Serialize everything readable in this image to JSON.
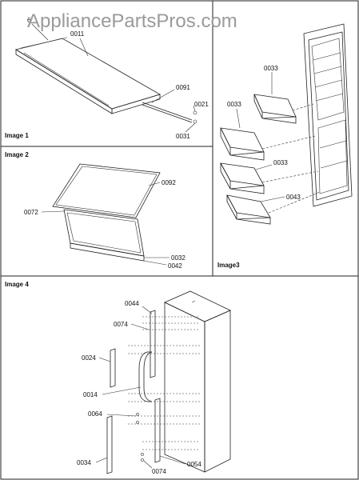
{
  "watermark": "AppliancePartsPros.com",
  "panels": {
    "image1": {
      "caption": "Image 1",
      "callouts": {
        "c_0006": "6",
        "c_0011": "0011",
        "c_0091": "0091",
        "c_0021": "0021",
        "c_0031": "0031"
      }
    },
    "image2": {
      "caption": "Image 2",
      "callouts": {
        "c_0092": "0092",
        "c_0072": "0072",
        "c_0032": "0032",
        "c_0042": "0042"
      }
    },
    "image3": {
      "caption": "Image3",
      "callouts": {
        "c_0033a": "0033",
        "c_0033b": "0033",
        "c_0033c": "0033",
        "c_0043": "0043"
      }
    },
    "image4": {
      "caption": "Image 4",
      "callouts": {
        "c_0044": "0044",
        "c_0074a": "0074",
        "c_0024": "0024",
        "c_0014": "0014",
        "c_0064": "0064",
        "c_0034": "0034",
        "c_0074b": "0074",
        "c_0054": "0054"
      }
    }
  }
}
